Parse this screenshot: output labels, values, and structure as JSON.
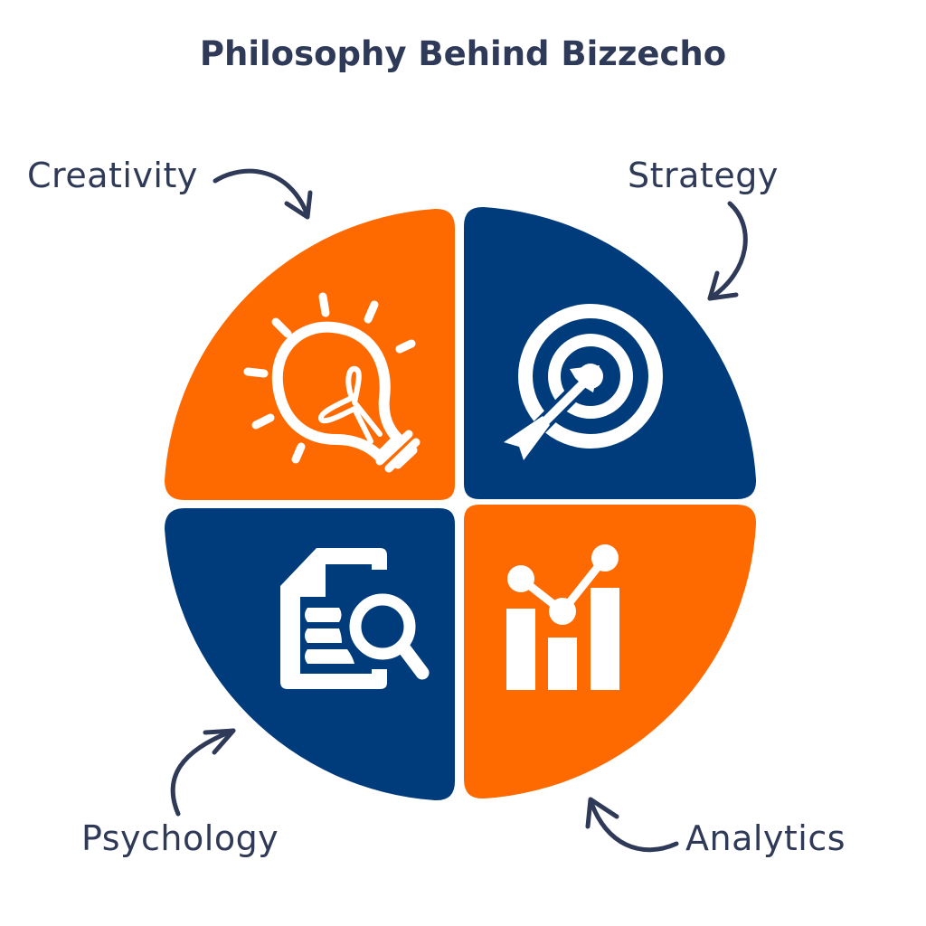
{
  "title": "Philosophy Behind Bizzecho",
  "colors": {
    "orange": "#FF6A00",
    "navy": "#003C7C",
    "text": "#2E3A57",
    "icon": "#FFFFFF",
    "background": "#FFFFFF"
  },
  "quadrants": [
    {
      "position": "top-left",
      "label": "Creativity",
      "color": "orange",
      "icon": "lightbulb-icon"
    },
    {
      "position": "top-right",
      "label": "Strategy",
      "color": "navy",
      "icon": "target-arrow-icon"
    },
    {
      "position": "bottom-left",
      "label": "Psychology",
      "color": "navy",
      "icon": "document-search-icon"
    },
    {
      "position": "bottom-right",
      "label": "Analytics",
      "color": "orange",
      "icon": "bar-line-chart-icon"
    }
  ]
}
